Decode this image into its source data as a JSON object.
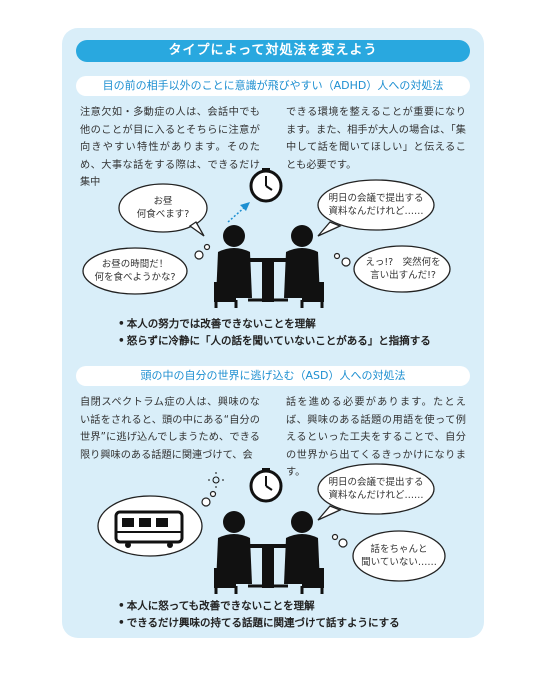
{
  "title": "タイプによって対処法を変えよう",
  "section1": {
    "subtitle": "目の前の相手以外のことに意識が飛びやすい（ADHD）人への対処法",
    "para_left": "注意欠如・多動症の人は、会話中でも他のことが目に入るとそちらに注意が向きやすい特性があります。そのため、大事な話をする際は、できるだけ集中",
    "para_right": "できる環境を整えることが重要になります。また、相手が大人の場合は、「集中して話を聞いてほしい」と伝えることも必要です。",
    "bubbles": {
      "lunch_q": "お昼\n何食べます?",
      "lunch_time": "お昼の時間だ！\n何を食べようかな?",
      "meeting": "明日の会議で提出する\n資料なんだけれど……",
      "surprise": "えっ!?　突然何を\n言い出すんだ!?"
    },
    "bullets": [
      "本人の努力では改善できないことを理解",
      "怒らずに冷静に「人の話を聞いていないことがある」と指摘する"
    ]
  },
  "section2": {
    "subtitle": "頭の中の自分の世界に逃げ込む（ASD）人への対処法",
    "para_left": "自閉スペクトラム症の人は、興味のない話をされると、頭の中にある“自分の世界”に逃げ込んでしまうため、できる限り興味のある話題に関連づけて、会",
    "para_right": "話を進める必要があります。たとえば、興味のある話題の用語を使って例えるといった工夫をすることで、自分の世界から出てくるきっかけになります。",
    "bubbles": {
      "meeting": "明日の会議で提出する\n資料なんだけれど……",
      "not_listening": "話をちゃんと\n聞いていない……"
    },
    "bullets": [
      "本人に怒っても改善できないことを理解",
      "できるだけ興味の持てる話題に関連づけて話すようにする"
    ]
  }
}
